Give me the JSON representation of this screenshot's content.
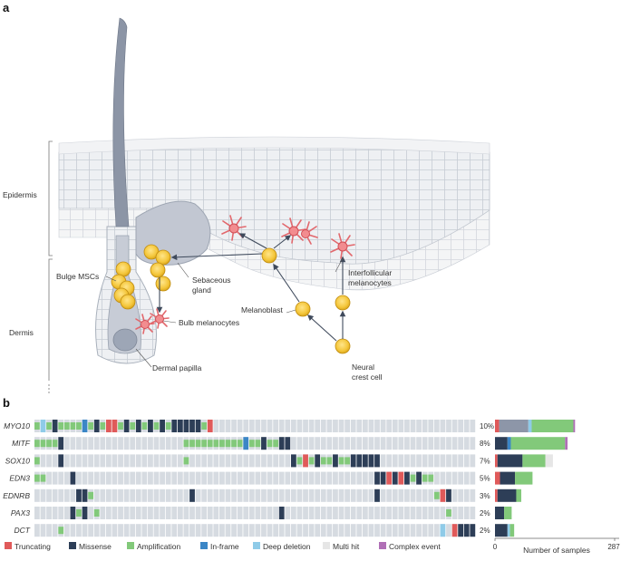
{
  "panel_a": {
    "label": "a",
    "regions": {
      "epidermis": "Epidermis",
      "dermis": "Dermis"
    },
    "callouts": {
      "bulge_mscs": "Bulge MSCs",
      "sebaceous_l1": "Sebaceous",
      "sebaceous_l2": "gland",
      "bulb_melanocytes": "Bulb melanocytes",
      "dermal_papilla": "Dermal papilla",
      "melanoblast": "Melanoblast",
      "interfollicular_l1": "Interfollicular",
      "interfollicular_l2": "melanocytes",
      "neural_l1": "Neural",
      "neural_l2": "crest cell"
    }
  },
  "panel_b": {
    "label": "b",
    "genes": [
      "MYO10",
      "MITF",
      "SOX10",
      "EDN3",
      "EDNRB",
      "PAX3",
      "DCT"
    ],
    "percentages": [
      "10%",
      "8%",
      "7%",
      "5%",
      "3%",
      "2%",
      "2%"
    ],
    "n_samples": 74,
    "colors": {
      "Truncating": "#e05a5a",
      "Missense": "#2d3e57",
      "Amplification": "#82c97a",
      "In-frame": "#3b86c6",
      "Deep deletion": "#8fcbe8",
      "Multi hit": "#e6e6e6",
      "Complex event": "#b06fb6",
      "empty": "#d6dbe1",
      "bar_gray": "#8d96a8"
    },
    "oncoprint_rows": [
      {
        "gene": "MYO10",
        "cells": [
          [
            "A",
            0,
            0
          ],
          [
            "D",
            1,
            1
          ],
          [
            "A",
            2,
            2
          ],
          [
            "M",
            3,
            3
          ],
          [
            "A",
            4,
            7
          ],
          [
            "I",
            8,
            8
          ],
          [
            "A",
            9,
            9
          ],
          [
            "M",
            10,
            10
          ],
          [
            "A",
            11,
            11
          ],
          [
            "T",
            12,
            13
          ],
          [
            "A",
            14,
            14
          ],
          [
            "M",
            15,
            15
          ],
          [
            "A",
            16,
            16
          ],
          [
            "M",
            17,
            17
          ],
          [
            "A",
            18,
            18
          ],
          [
            "M",
            19,
            19
          ],
          [
            "A",
            20,
            20
          ],
          [
            "M",
            21,
            21
          ],
          [
            "A",
            22,
            22
          ],
          [
            "M",
            23,
            27
          ],
          [
            "A",
            28,
            28
          ],
          [
            "T",
            29,
            29
          ]
        ]
      },
      {
        "gene": "MITF",
        "cells": [
          [
            "A",
            0,
            3
          ],
          [
            "M",
            4,
            4
          ],
          [
            "A",
            25,
            34
          ],
          [
            "I",
            35,
            35
          ],
          [
            "A",
            36,
            37
          ],
          [
            "M",
            38,
            38
          ],
          [
            "A",
            39,
            40
          ],
          [
            "M",
            41,
            42
          ]
        ]
      },
      {
        "gene": "SOX10",
        "cells": [
          [
            "A",
            0,
            0
          ],
          [
            "M",
            4,
            4
          ],
          [
            "A",
            25,
            25
          ],
          [
            "M",
            43,
            43
          ],
          [
            "A",
            44,
            44
          ],
          [
            "T",
            45,
            45
          ],
          [
            "A",
            46,
            46
          ],
          [
            "M",
            47,
            47
          ],
          [
            "A",
            48,
            49
          ],
          [
            "M",
            50,
            50
          ],
          [
            "A",
            51,
            52
          ],
          [
            "M",
            53,
            57
          ]
        ]
      },
      {
        "gene": "EDN3",
        "cells": [
          [
            "A",
            0,
            1
          ],
          [
            "M",
            6,
            6
          ],
          [
            "M",
            57,
            58
          ],
          [
            "T",
            59,
            59
          ],
          [
            "M",
            60,
            60
          ],
          [
            "T",
            61,
            61
          ],
          [
            "M",
            62,
            62
          ],
          [
            "A",
            63,
            63
          ],
          [
            "M",
            64,
            64
          ],
          [
            "A",
            65,
            66
          ]
        ]
      },
      {
        "gene": "EDNRB",
        "cells": [
          [
            "M",
            7,
            8
          ],
          [
            "A",
            9,
            9
          ],
          [
            "M",
            26,
            26
          ],
          [
            "M",
            57,
            57
          ],
          [
            "A",
            67,
            67
          ],
          [
            "T",
            68,
            68
          ],
          [
            "M",
            69,
            69
          ]
        ]
      },
      {
        "gene": "PAX3",
        "cells": [
          [
            "M",
            6,
            6
          ],
          [
            "A",
            7,
            7
          ],
          [
            "M",
            8,
            8
          ],
          [
            "A",
            10,
            10
          ],
          [
            "M",
            41,
            41
          ],
          [
            "A",
            69,
            69
          ]
        ]
      },
      {
        "gene": "DCT",
        "cells": [
          [
            "A",
            4,
            4
          ],
          [
            "D",
            68,
            68
          ],
          [
            "T",
            70,
            70
          ],
          [
            "M",
            71,
            73
          ]
        ]
      }
    ],
    "bar_chart": {
      "xlabel": "Number of samples",
      "xlim": [
        0,
        287
      ],
      "ticks": [
        "0",
        "287"
      ],
      "rows": [
        {
          "gene": "MYO10",
          "segments": [
            [
              "Truncating",
              10
            ],
            [
              "Bar",
              70
            ],
            [
              "Deep deletion",
              8
            ],
            [
              "Amplification",
              100
            ],
            [
              "Complex event",
              4
            ]
          ]
        },
        {
          "gene": "MITF",
          "segments": [
            [
              "Missense",
              30
            ],
            [
              "In-frame",
              8
            ],
            [
              "Amplification",
              130
            ],
            [
              "Complex event",
              6
            ]
          ]
        },
        {
          "gene": "SOX10",
          "segments": [
            [
              "Truncating",
              6
            ],
            [
              "Missense",
              60
            ],
            [
              "Amplification",
              55
            ],
            [
              "Multi hit",
              18
            ]
          ]
        },
        {
          "gene": "EDN3",
          "segments": [
            [
              "Truncating",
              12
            ],
            [
              "Missense",
              36
            ],
            [
              "Amplification",
              42
            ]
          ]
        },
        {
          "gene": "EDNRB",
          "segments": [
            [
              "Truncating",
              6
            ],
            [
              "Missense",
              45
            ],
            [
              "Amplification",
              12
            ]
          ]
        },
        {
          "gene": "PAX3",
          "segments": [
            [
              "Missense",
              22
            ],
            [
              "Amplification",
              18
            ]
          ]
        },
        {
          "gene": "DCT",
          "segments": [
            [
              "Missense",
              30
            ],
            [
              "Deep deletion",
              6
            ],
            [
              "Amplification",
              10
            ]
          ]
        }
      ]
    },
    "legend": [
      {
        "label": "Truncating",
        "color": "#e05a5a"
      },
      {
        "label": "Missense",
        "color": "#2d3e57"
      },
      {
        "label": "Amplification",
        "color": "#82c97a"
      },
      {
        "label": "In-frame",
        "color": "#3b86c6"
      },
      {
        "label": "Deep deletion",
        "color": "#8fcbe8"
      },
      {
        "label": "Multi hit",
        "color": "#e6e6e6"
      },
      {
        "label": "Complex event",
        "color": "#b06fb6"
      }
    ]
  }
}
